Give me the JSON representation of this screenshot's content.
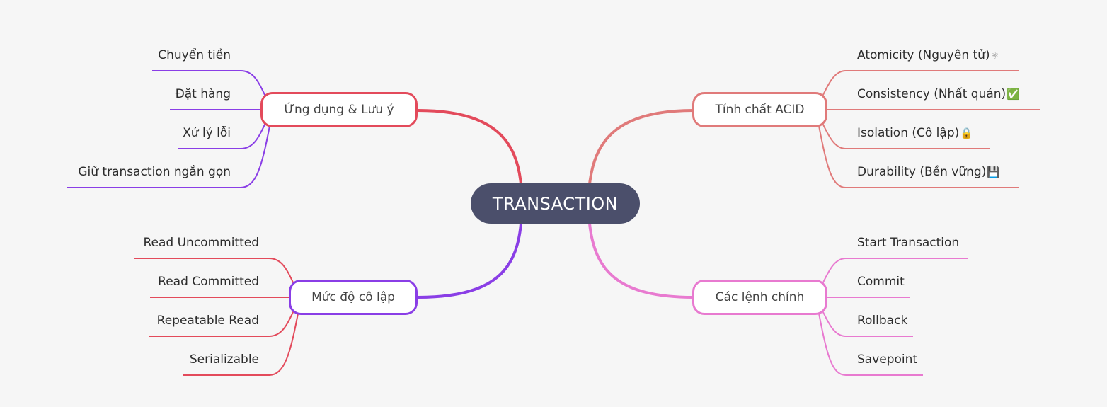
{
  "mindmap": {
    "root": {
      "label": "TRANSACTION",
      "color": "#4b4f6b"
    },
    "branches": [
      {
        "id": "ung-dung",
        "label": "Ứng dụng & Lưu ý",
        "side": "left",
        "node_color": "#e34a5b",
        "leaf_color": "#8a3ee6",
        "leaves": [
          {
            "label": "Chuyển tiền"
          },
          {
            "label": "Đặt hàng"
          },
          {
            "label": "Xử lý lỗi"
          },
          {
            "label": "Giữ transaction ngắn gọn"
          }
        ]
      },
      {
        "id": "acid",
        "label": "Tính chất ACID",
        "side": "right",
        "node_color": "#e07a7a",
        "leaf_color": "#e07a7a",
        "leaves": [
          {
            "label": "Atomicity (Nguyên tử)",
            "icon": "⚛",
            "icon_name": "atom-icon"
          },
          {
            "label": "Consistency (Nhất quán)",
            "icon": "✅",
            "icon_name": "check-mark-icon"
          },
          {
            "label": "Isolation (Cô lập)",
            "icon": "🔒",
            "icon_name": "lock-icon"
          },
          {
            "label": "Durability (Bền vững)",
            "icon": "💾",
            "icon_name": "floppy-disk-icon"
          }
        ]
      },
      {
        "id": "muc-do",
        "label": "Mức độ cô lập",
        "side": "left",
        "node_color": "#8a3ee6",
        "leaf_color": "#e34a5b",
        "leaves": [
          {
            "label": "Read Uncommitted"
          },
          {
            "label": "Read Committed"
          },
          {
            "label": "Repeatable Read"
          },
          {
            "label": "Serializable"
          }
        ]
      },
      {
        "id": "cac-lenh",
        "label": "Các lệnh chính",
        "side": "right",
        "node_color": "#e87ad0",
        "leaf_color": "#e87ad0",
        "leaves": [
          {
            "label": "Start Transaction"
          },
          {
            "label": "Commit"
          },
          {
            "label": "Rollback"
          },
          {
            "label": "Savepoint"
          }
        ]
      }
    ]
  }
}
